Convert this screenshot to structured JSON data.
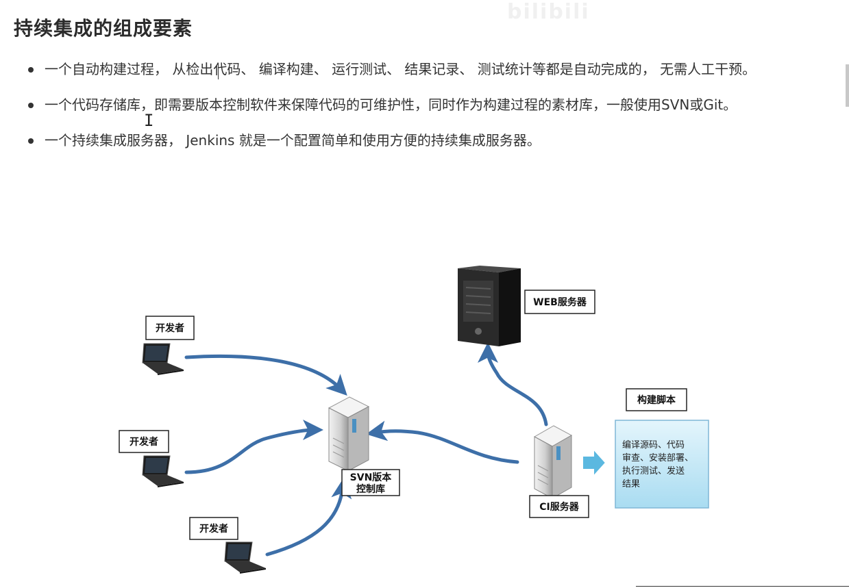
{
  "page": {
    "title": "持续集成的组成要素",
    "watermark": "bilibili"
  },
  "bullets": [
    "一个自动构建过程， 从检出代码、 编译构建、 运行测试、 结果记录、 测试统计等都是自动完成的， 无需人工干预。",
    "一个代码存储库，即需要版本控制软件来保障代码的可维护性，同时作为构建过程的素材库，一般使用SVN或Git。",
    "一个持续集成服务器， Jenkins 就是一个配置简单和使用方便的持续集成服务器。"
  ],
  "diagram": {
    "developer_label": "开发者",
    "svn_label_line1": "SVN版本",
    "svn_label_line2": "控制库",
    "web_label": "WEB服务器",
    "ci_label": "CI服务器",
    "script_title": "构建脚本",
    "script_lines": [
      "编译源码、代码",
      "审查、安装部署、",
      "执行测试、发送",
      "结果"
    ],
    "colors": {
      "arrow": "#3d6fa8",
      "script_box": "#c6e9f7",
      "script_border": "#7fb6d6",
      "server_body": "#d9d9d9",
      "server_accent": "#4a90c2",
      "laptop": "#222222"
    }
  }
}
